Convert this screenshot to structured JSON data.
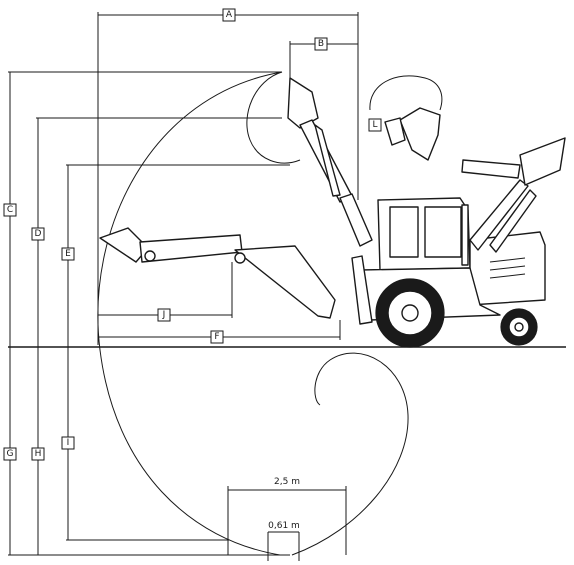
{
  "labels": {
    "A": "A",
    "B": "B",
    "C": "C",
    "D": "D",
    "E": "E",
    "F": "F",
    "G": "G",
    "H": "H",
    "I": "I",
    "J": "J",
    "L": "L"
  },
  "measurements": {
    "trench_width": "2,5 m",
    "bucket_width": "0,61 m"
  },
  "colors": {
    "line": "#1a1a1a",
    "background": "#ffffff"
  }
}
